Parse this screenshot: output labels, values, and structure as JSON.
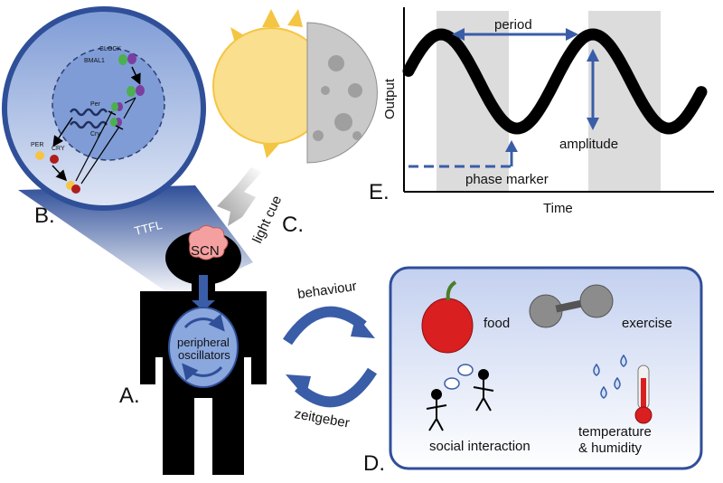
{
  "panels": {
    "a": "A.",
    "b": "B.",
    "c": "C.",
    "d": "D.",
    "e": "E."
  },
  "cell": {
    "clock": "CLOCK",
    "bmal1": "BMAL1",
    "per_gene": "Per",
    "cry_gene": "Cry",
    "per_protein": "PER",
    "cry_protein": "CRY",
    "ttfl": "TTFL"
  },
  "body": {
    "scn": "SCN",
    "peripheral_1": "peripheral",
    "peripheral_2": "oscillators"
  },
  "light": {
    "cue": "light cue"
  },
  "cycle": {
    "behaviour": "behaviour",
    "zeitgeber": "zeitgeber"
  },
  "factors": {
    "food": "food",
    "exercise": "exercise",
    "social": "social interaction",
    "temp_1": "temperature",
    "temp_2": "& humidity"
  },
  "plot": {
    "ylabel": "Output",
    "xlabel": "Time",
    "period": "period",
    "amplitude": "amplitude",
    "phase_marker": "phase marker"
  },
  "colors": {
    "body": "#000000",
    "arrow_blue": "#3a5da8",
    "nucleus_blue": "#7f9cd6",
    "sun": "#f9df8e",
    "sun_rays": "#f4c542",
    "moon": "#c9c9c9",
    "band_gray": "#dcdcdc",
    "brain_pink": "#f4a0a0",
    "apple_red": "#d91f1f"
  }
}
